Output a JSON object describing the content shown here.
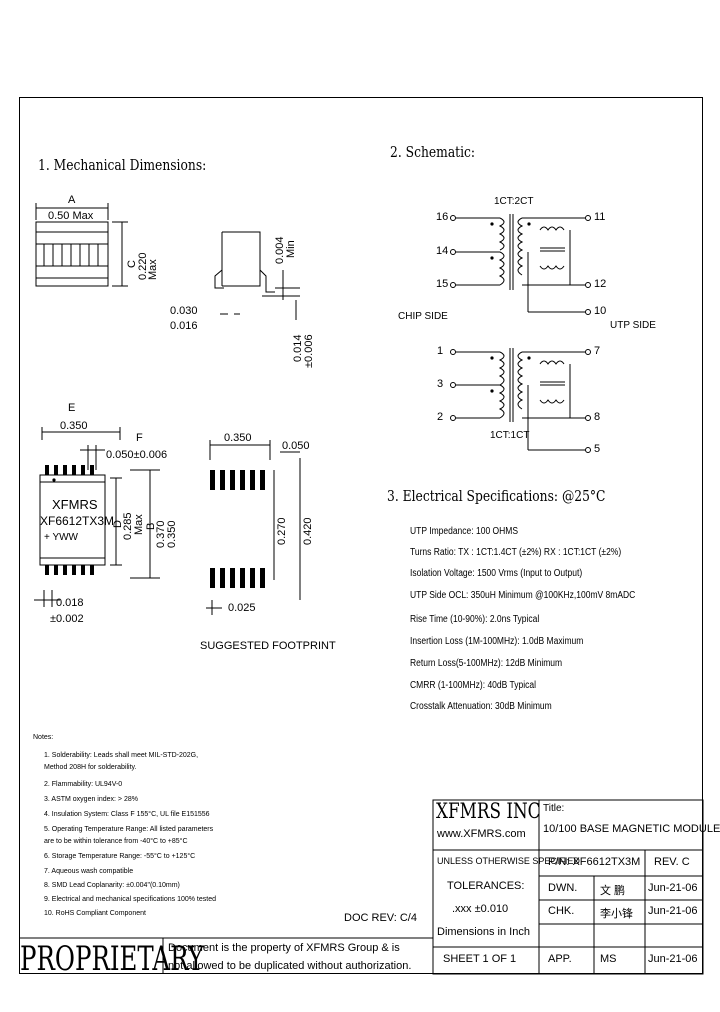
{
  "sections": {
    "mechanical": "1. Mechanical Dimensions:",
    "schematic": "2. Schematic:",
    "electrical": "3. Electrical   Specifications: @25°C"
  },
  "mechanical": {
    "dim_a_letter": "A",
    "dim_a_value": "0.50 Max",
    "dim_c_letter": "C",
    "dim_c_value": "0.220",
    "dim_c_max": "Max",
    "dim_min_value": "0.004",
    "dim_min_label": "Min",
    "dim_030": "0.030",
    "dim_016": "0.016",
    "dim_014": "0.014",
    "dim_006": "±0.006",
    "dim_e_letter": "E",
    "dim_e_value": "0.350",
    "dim_f_letter": "F",
    "dim_f_value": "0.050±0.006",
    "chip_brand": "XFMRS",
    "chip_part": "XF6612TX3M",
    "chip_code": "+ YWW",
    "dim_d_letter": "D",
    "dim_d_value": "0.285",
    "dim_d_max": "Max",
    "dim_b_letter": "B",
    "dim_b_value1": "0.370",
    "dim_b_value2": "0.350",
    "dim_018": "0.018",
    "dim_002": "±0.002",
    "fp_350": "0.350",
    "fp_050": "0.050",
    "fp_270": "0.270",
    "fp_420": "0.420",
    "fp_025": "0.025",
    "footprint_label": "SUGGESTED FOOTPRINT"
  },
  "schematic": {
    "ratio_top": "1CT:2CT",
    "ratio_bottom": "1CT:1CT",
    "chip_side": "CHIP SIDE",
    "utp_side": "UTP SIDE",
    "pins_left": [
      "16",
      "14",
      "15",
      "1",
      "3",
      "2"
    ],
    "pins_right": [
      "11",
      "12",
      "10",
      "7",
      "8",
      "5"
    ]
  },
  "electrical": {
    "lines": [
      "UTP Impedance: 100 OHMS",
      "Turns Ratio: TX : 1CT:1.4CT (±2%)     RX : 1CT:1CT (±2%)",
      "Isolation Voltage: 1500 Vrms (Input to Output)",
      "UTP Side OCL: 350uH Minimum @100KHz,100mV 8mADC",
      "Rise Time (10-90%):  2.0ns Typical",
      "Insertion Loss (1M-100MHz): 1.0dB Maximum",
      "Return Loss(5-100MHz): 12dB Minimum",
      "CMRR (1-100MHz): 40dB Typical",
      "Crosstalk Attenuation: 30dB Minimum"
    ]
  },
  "notes": {
    "title": "Notes:",
    "items": [
      "1. Solderability: Leads shall meet MIL-STD-202G,",
      "    Method 208H for solderability.",
      "2. Flammability: UL94V-0",
      "3. ASTM oxygen index: > 28%",
      "4. Insulation System: Class F 155°C, UL file E151556",
      "5. Operating Temperature Range: All listed parameters",
      "    are to be within tolerance from -40°C to +85°C",
      "6. Storage Temperature Range: -55°C to +125°C",
      "7. Aqueous wash compatible",
      "8. SMD Lead Coplanarity: ±0.004\"(0.10mm)",
      "9. Electrical and mechanical specifications 100% tested",
      "10. RoHS Compliant Component"
    ]
  },
  "doc_rev": "DOC REV: C/4",
  "title_block": {
    "company": "XFMRS INC",
    "website": "www.XFMRS.com",
    "title_label": "Title:",
    "title_value": "10/100 BASE MAGNETIC MODULE",
    "unless": "UNLESS OTHERWISE SPECIFIED",
    "tolerances": "TOLERANCES:",
    "tol_value": ".xxx ±0.010",
    "dimensions": "Dimensions in Inch",
    "pn": "P/N: XF6612TX3M",
    "rev": "REV. C",
    "dwn": "DWN.",
    "dwn_name": "文 鹏",
    "dwn_date": "Jun-21-06",
    "chk": "CHK.",
    "chk_name": "李小锋",
    "chk_date": "Jun-21-06",
    "app": "APP.",
    "app_name": "MS",
    "app_date": "Jun-21-06",
    "sheet": "SHEET  1  OF  1"
  },
  "proprietary": {
    "word": "PROPRIETARY",
    "line1": "Document is the property of XFMRS Group & is",
    "line2": "not allowed to be duplicated without authorization."
  }
}
